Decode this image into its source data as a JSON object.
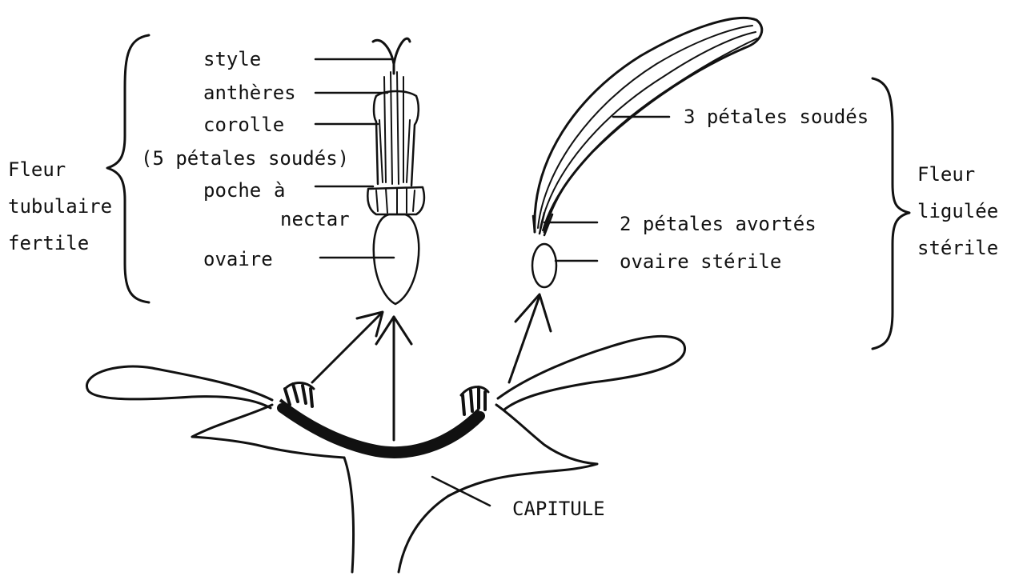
{
  "labels": {
    "style": "style",
    "antheres": "anthères",
    "corolle": "corolle",
    "petales_soudes_5": "(5 pétales soudés)",
    "poche": "poche",
    "a": "à",
    "nectar": "nectar",
    "ovaire": "ovaire",
    "petales_soudes_3": "3 pétales soudés",
    "petales_avortes": "2 pétales avortés",
    "ovaire_sterile": "ovaire stérile",
    "capitule": "CAPITULE"
  },
  "groups": {
    "tubulaire": [
      "Fleur",
      "tubulaire",
      "fertile"
    ],
    "ligulee": [
      "Fleur",
      "ligulée",
      "stérile"
    ]
  },
  "colors": {
    "ink": "#111111",
    "background": "#ffffff"
  }
}
